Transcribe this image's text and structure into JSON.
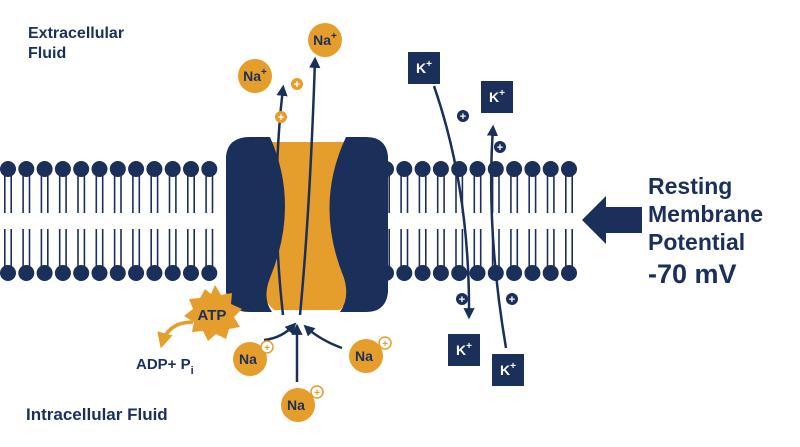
{
  "labels": {
    "extracellular_line1": "Extracellular",
    "extracellular_line2": "Fluid",
    "intracellular": "Intracellular Fluid",
    "resting_line1": "Resting",
    "resting_line2": "Membrane",
    "resting_line3": "Potential",
    "voltage": "-70 mV",
    "atp": "ATP",
    "adp": "ADP+ P",
    "adp_sub": "i",
    "na": "Na",
    "k": "K",
    "plus": "+"
  },
  "colors": {
    "navy": "#1b2f5b",
    "orange": "#e59d2c"
  }
}
